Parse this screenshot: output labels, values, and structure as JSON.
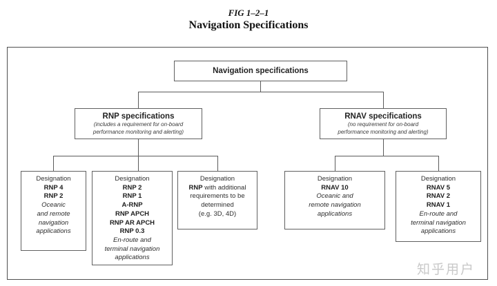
{
  "header": {
    "fig_label": "FIG 1–2–1",
    "title": "Navigation Specifications"
  },
  "diagram": {
    "root_label": "Navigation specifications",
    "rnp": {
      "title": "RNP specifications",
      "subtitle": "(includes a requirement for on-board\nperformance monitoring and alerting)"
    },
    "rnav": {
      "title": "RNAV specifications",
      "subtitle": "(no requirement for on-board\nperformance monitoring and alerting)"
    },
    "leaves": {
      "rnp_oceanic": {
        "heading": "Designation",
        "designations": [
          "RNP 4",
          "RNP 2"
        ],
        "application": "Oceanic\nand remote\nnavigation\napplications"
      },
      "rnp_enroute": {
        "heading": "Designation",
        "designations": [
          "RNP 2",
          "RNP 1",
          "A-RNP",
          "RNP APCH",
          "RNP AR APCH",
          "RNP 0.3"
        ],
        "application": "En-route and\nterminal navigation\napplications"
      },
      "rnp_future": {
        "heading": "Designation",
        "designation_bold": "RNP",
        "note": "with additional\nrequirements to be\ndetermined\n(e.g. 3D, 4D)"
      },
      "rnav_oceanic": {
        "heading": "Designation",
        "designations": [
          "RNAV 10"
        ],
        "application": "Oceanic and\nremote navigation\napplications"
      },
      "rnav_enroute": {
        "heading": "Designation",
        "designations": [
          "RNAV 5",
          "RNAV 2",
          "RNAV 1"
        ],
        "application": "En-route and\nterminal navigation\napplications"
      }
    }
  },
  "watermark": "知乎用户"
}
